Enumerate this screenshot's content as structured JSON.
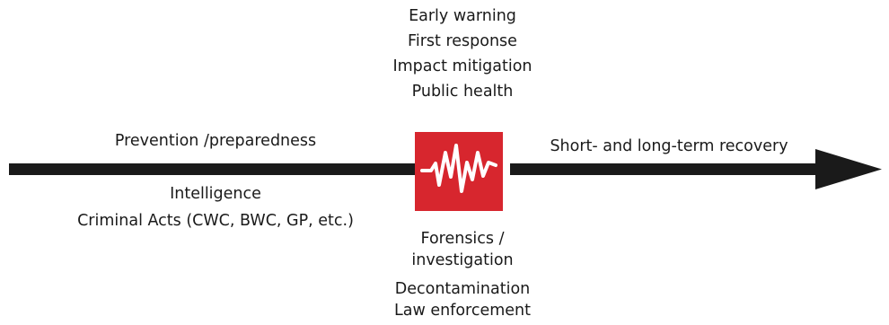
{
  "timeline": {
    "left_above_label": "Prevention /preparedness",
    "left_below_labels": [
      "Intelligence",
      "Criminal Acts (CWC, BWC, GP, etc.)"
    ],
    "right_above_label": "Short- and long-term recovery"
  },
  "event": {
    "icon": "heartbeat-waveform-icon",
    "colors": {
      "box": "#d7262e",
      "line": "#ffffff"
    },
    "above_labels": [
      "Early warning",
      "First response",
      "Impact mitigation",
      "Public health"
    ],
    "below_labels": [
      "Forensics /",
      "investigation",
      "Decontamination",
      "Law enforcement"
    ]
  },
  "colors": {
    "arrow": "#1a1a1a"
  }
}
